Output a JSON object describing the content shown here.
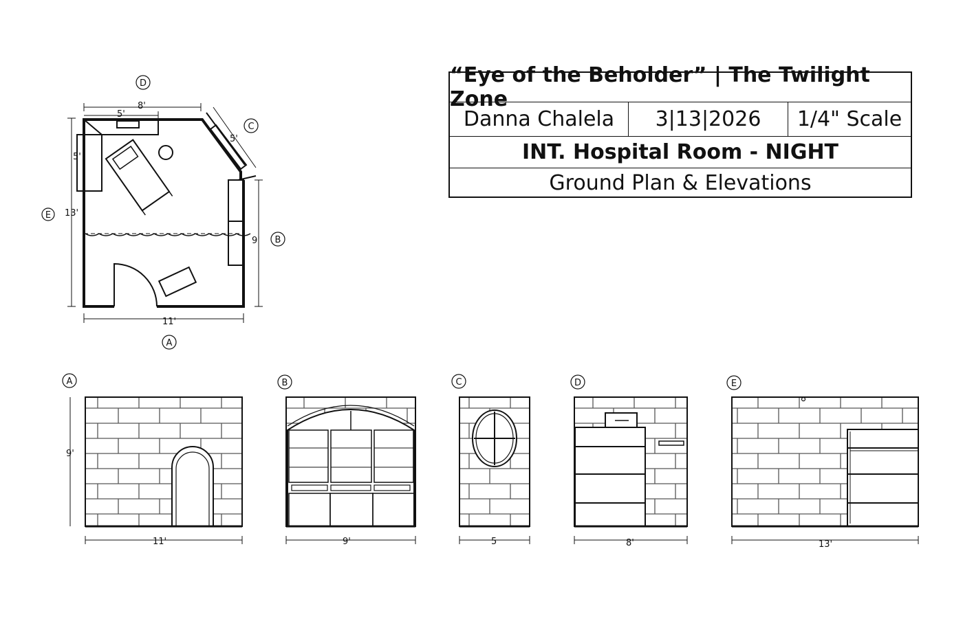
{
  "title_block": {
    "title": "“Eye of the Beholder” | The Twilight Zone",
    "designer": "Danna Chalela",
    "date": "3|13|2026",
    "scale": "1/4\" Scale",
    "scene": "INT. Hospital Room - NIGHT",
    "drawing_type": "Ground Plan & Elevations"
  },
  "ground_plan": {
    "wall_labels": {
      "a": "A",
      "b": "B",
      "c": "C",
      "d": "D",
      "e": "E"
    },
    "dimensions": {
      "top_overall": "8'",
      "top_partial": "5'",
      "left_overall": "13'",
      "left_partial": "5'",
      "right_partial": "9'",
      "diagonal": "5'",
      "bottom": "11'"
    }
  },
  "elevations": [
    {
      "label": "A",
      "width_dim": "11'",
      "height_dim": "9'"
    },
    {
      "label": "B",
      "width_dim": "9'"
    },
    {
      "label": "C",
      "width_dim": "5"
    },
    {
      "label": "D",
      "width_dim": "8'"
    },
    {
      "label": "E",
      "width_dim": "13'"
    }
  ]
}
